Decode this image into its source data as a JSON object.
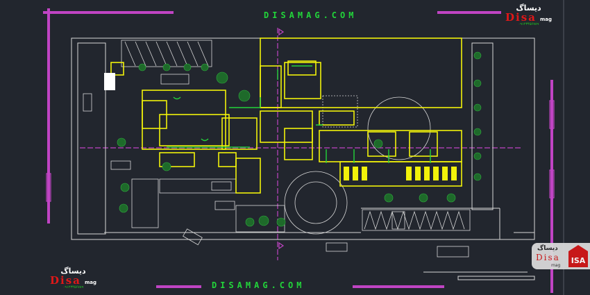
{
  "watermark": {
    "top_text": "DISAMAG.COM",
    "bottom_text": "DISAMAG.COM"
  },
  "logo": {
    "persian": "دیساگ",
    "latin": "Disa",
    "mag": "mag",
    "phone": "۰۹۱۲۳۴۵۶۷۸۹"
  },
  "badge": {
    "persian": "دیساگ",
    "latin": "Disa",
    "mag": "mag",
    "mark": "ISA"
  },
  "colors": {
    "background": "#22262e",
    "walls": "#f2f20a",
    "doors": "#22d43a",
    "axis": "#d040d0",
    "lines": "#d8d8d8"
  }
}
